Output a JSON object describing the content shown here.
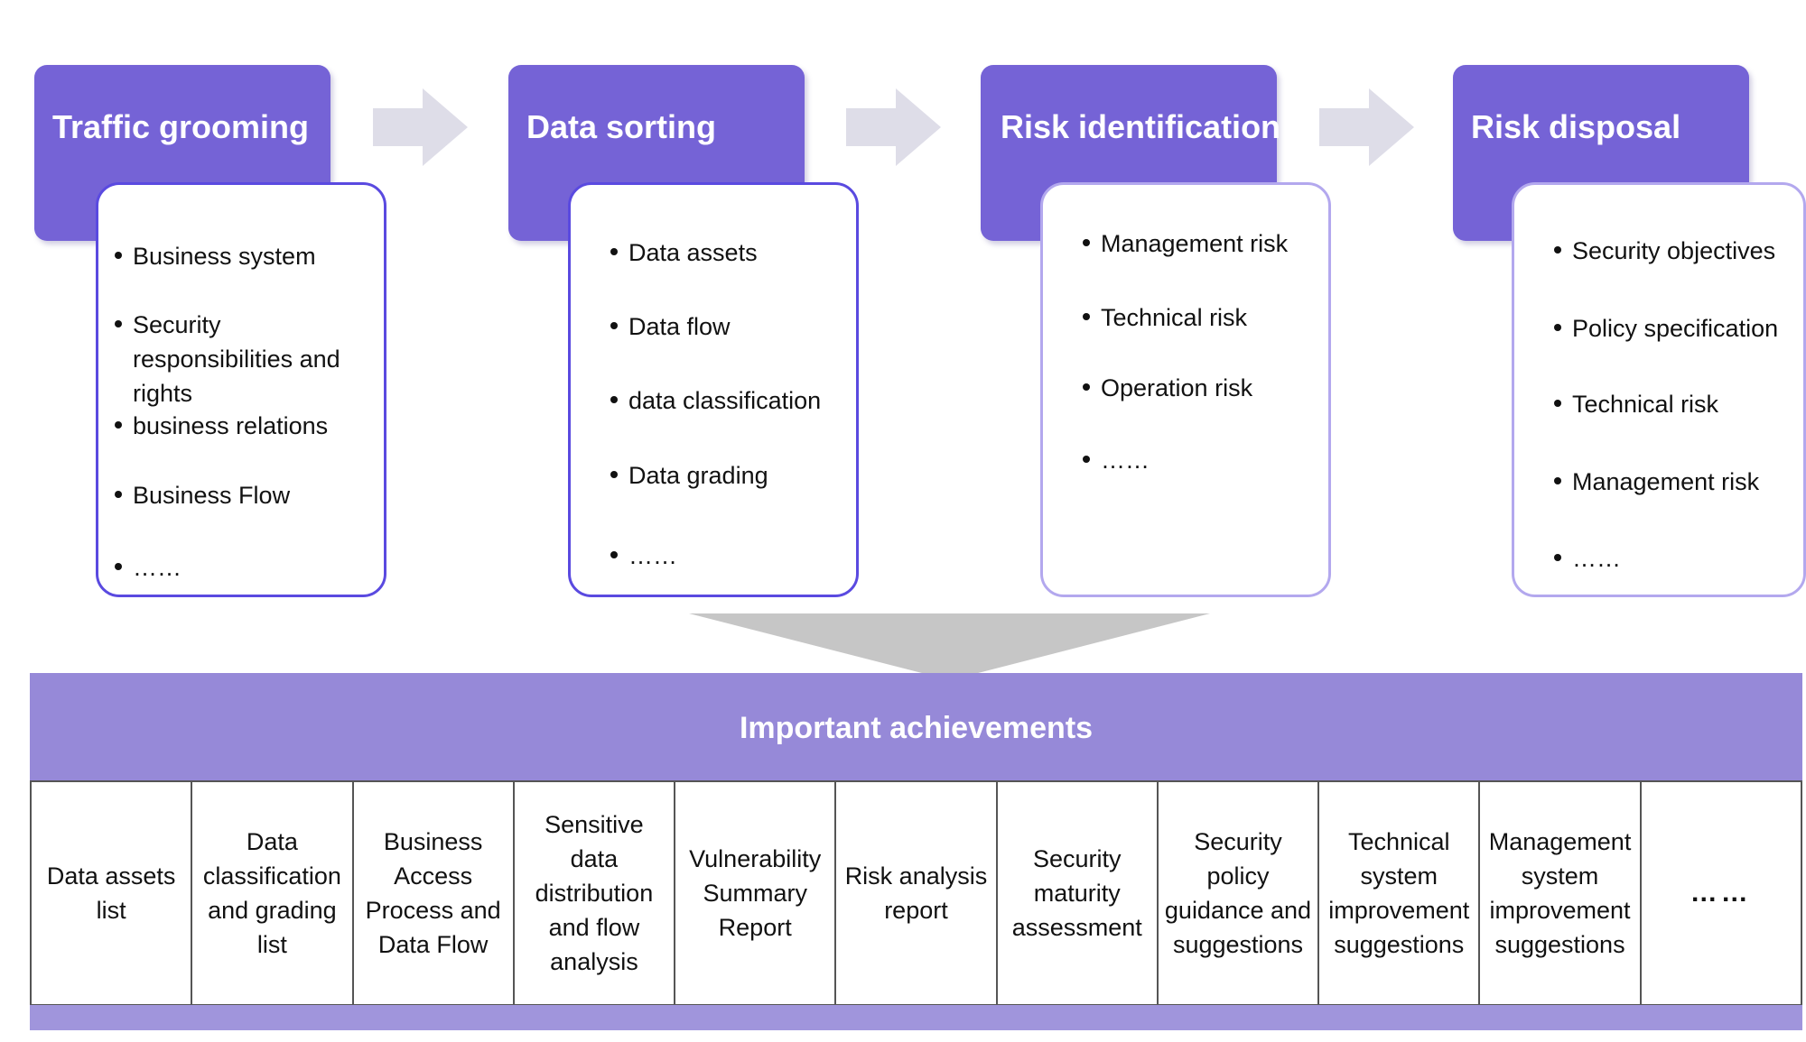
{
  "stages": [
    {
      "title": "Traffic grooming",
      "items": [
        "Business system",
        "Security responsibilities and rights",
        "business relations",
        "Business Flow",
        "……"
      ]
    },
    {
      "title": "Data sorting",
      "items": [
        "Data assets",
        "Data flow",
        "data classification",
        "Data grading",
        "……"
      ]
    },
    {
      "title": "Risk identification",
      "items": [
        "Management risk",
        "Technical risk",
        "Operation risk",
        "……"
      ]
    },
    {
      "title": "Risk disposal",
      "items": [
        "Security objectives",
        "Policy specification",
        "Technical risk",
        "Management risk",
        "……"
      ]
    }
  ],
  "achievements": {
    "title": "Important achievements",
    "items": [
      "Data assets list",
      "Data classification and grading list",
      "Business Access Process and Data Flow",
      "Sensitive data distribution and flow analysis",
      "Vulnerability Summary Report",
      "Risk analysis report",
      "Security maturity assessment",
      "Security policy guidance and suggestions",
      "Technical system improvement suggestions",
      "Management system improvement suggestions",
      "……"
    ]
  },
  "colors": {
    "stage_header": "#7563d6",
    "stage_border": "#5a4ae0",
    "banner": "#9689d8",
    "arrow": "#dedde8",
    "funnel": "#c6c6c6"
  }
}
